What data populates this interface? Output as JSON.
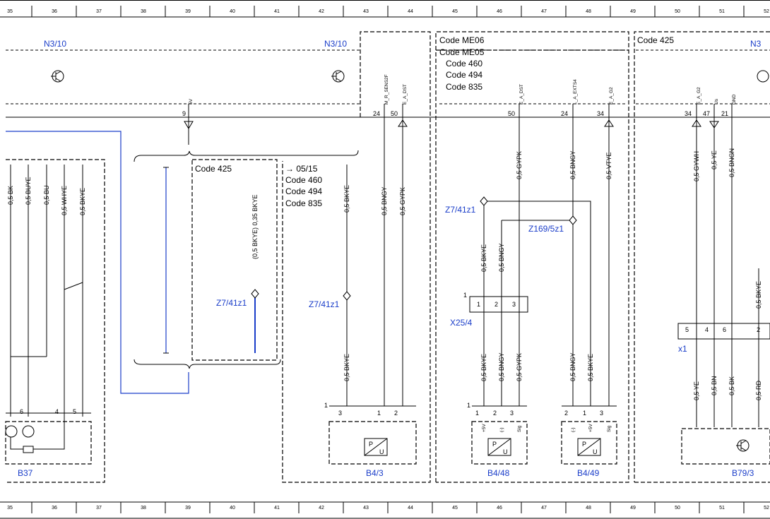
{
  "ruler": {
    "columns": [
      "35",
      "36",
      "37",
      "38",
      "39",
      "40",
      "41",
      "42",
      "43",
      "44",
      "45",
      "46",
      "47",
      "48",
      "49",
      "50",
      "51",
      "52"
    ]
  },
  "boxes": {
    "n3_10_left": "N3/10",
    "n3_10_mid": "N3/10",
    "n3_right": "N3",
    "code_me06": "Code ME06",
    "code_me05": "Code ME05",
    "code_460": "Code 460",
    "code_494": "Code 494",
    "code_835": "Code 835",
    "code_425_right": "Code 425",
    "code_425_inner": "Code 425",
    "arrow_0515": "→ 05/15",
    "inner_460": "Code 460",
    "inner_494": "Code 494",
    "inner_835": "Code 835"
  },
  "connector_pins": {
    "p9": "9",
    "p24a": "24",
    "p50a": "50",
    "p50b": "50",
    "p24b": "24",
    "p34a": "34",
    "p34b": "34",
    "p47": "47",
    "p21": "21"
  },
  "signals": {
    "s_5v": "5V",
    "s_mrsens": "M_R_SENS2F",
    "s_eadst": "E_A_DST",
    "s_eadst2": "E_A_DST",
    "s_laexts": "L_A_EXTS4",
    "s_eag2": "E_A_G2",
    "s_eag2b": "E_A_G2",
    "s_us": "Us",
    "s_gnd": "GND"
  },
  "wires": {
    "w1": "0,5 BK",
    "w2": "0,5 BUYE",
    "w3": "0,5 BU",
    "w4": "0,5 WHYE",
    "w5": "0,5 BKYE",
    "w_code425": "(0,5 BKYE) 0,35 BKYE",
    "w6": "0,5 BKYE",
    "w7": "0,5 BNGY",
    "w8": "0,5 GYPK",
    "w9": "0,5 BKYE",
    "w10": "0,5 GYPK",
    "w11": "0,5 BNGY",
    "w12": "0,5 VTYE",
    "w13": "0,5 BKYE",
    "w14": "0,5 BNGY",
    "w15": "0,5 BKYE",
    "w16": "0,5 BNGY",
    "w17": "0,5 GYPK",
    "w18": "0,5 BNGY",
    "w19": "0,5 BKYE",
    "w20": "0,5 GYWH",
    "w21": "0,5 YE",
    "w22": "0,5 BNGN",
    "w23": "0,5 BKYE",
    "w24": "0,5 YE",
    "w25": "0,5 BN",
    "w26": "0,5 BK",
    "w27": "0,5 RD"
  },
  "splices": {
    "z7_a": "Z7/41z1",
    "z7_b": "Z7/41z1",
    "z7_c": "Z7/41z1",
    "z169": "Z169/5z1"
  },
  "connectors": {
    "x25_4": "X25/4",
    "x1": "x1",
    "x25_pins": [
      "1",
      "2",
      "3"
    ],
    "x25_side": "1",
    "x1_pins": [
      "5",
      "4",
      "6",
      "2"
    ]
  },
  "components": {
    "b37": "B37",
    "b4_3": "B4/3",
    "b4_48": "B4/48",
    "b4_49": "B4/49",
    "b79_3": "B79/3",
    "b37_pins": [
      "6",
      "4",
      "5"
    ],
    "b4_3_pins": [
      "3",
      "1",
      "2"
    ],
    "b4_3_side": "1",
    "b4_48_pins": [
      "1",
      "2",
      "3"
    ],
    "b4_48_side": "1",
    "b4_48_sub": [
      "+5V",
      "(-)",
      "Sig"
    ],
    "b4_49_pins": [
      "2",
      "1",
      "3"
    ],
    "b4_49_sub": [
      "(-)",
      "+5V",
      "Sig"
    ],
    "pu": "P",
    "pu2": "U"
  }
}
